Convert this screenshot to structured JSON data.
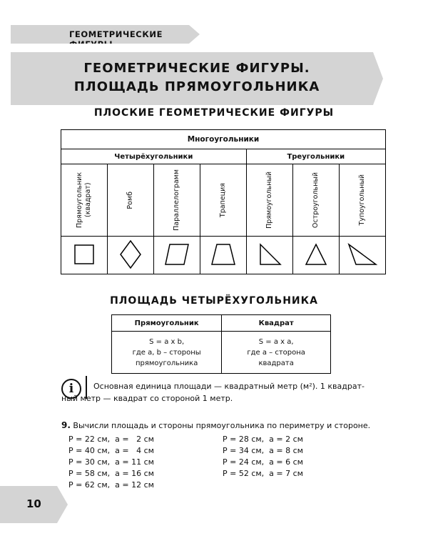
{
  "header": {
    "tab_label": "ГЕОМЕТРИЧЕСКИЕ ФИГУРЫ"
  },
  "title": {
    "line1": "ГЕОМЕТРИЧЕСКИЕ ФИГУРЫ.",
    "line2": "ПЛОЩАДЬ ПРЯМОУГОЛЬНИКА"
  },
  "section1": {
    "heading": "ПЛОСКИЕ ГЕОМЕТРИЧЕСКИЕ ФИГУРЫ"
  },
  "shapes_table": {
    "top_header": "Многоугольники",
    "group_quad": "Четырёхугольники",
    "group_tri": "Треугольники",
    "columns": [
      "Прямоугольник (квадрат)",
      "Ромб",
      "Параллелограмм",
      "Трапеция",
      "Прямоугольный",
      "Остроугольный",
      "Тупоугольный"
    ]
  },
  "section2": {
    "heading": "ПЛОЩАДЬ ЧЕТЫРЁХУГОЛЬНИКА"
  },
  "area_table": {
    "col1_header": "Прямоугольник",
    "col2_header": "Квадрат",
    "col1_lines": [
      "S = a x b,",
      "где  a,  b – стороны",
      "прямоугольника"
    ],
    "col2_lines": [
      "S = a x a,",
      "где  a – сторона",
      "квадрата"
    ]
  },
  "info": {
    "icon": "i",
    "line1": "Основная единица площади — квадратный метр (м²). 1 квадрат-",
    "line2": "ный метр — квадрат со стороной 1 метр."
  },
  "task": {
    "number": "9.",
    "text": "Вычисли площадь и стороны прямоугольника по периметру и стороне.",
    "left": [
      "P = 22 см,  а =   2 см",
      "P = 40 см,  а =   4 см",
      "P = 30 см,  а = 11 см",
      "P = 58 см,  а = 16 см",
      "P = 62 см,  а = 12 см"
    ],
    "right": [
      "P = 28 см,  а = 2 см",
      "P = 34 см,  а = 8 см",
      "P = 24 см,  а = 6 см",
      "P = 52 см,  а = 7 см"
    ]
  },
  "page_number": "10"
}
